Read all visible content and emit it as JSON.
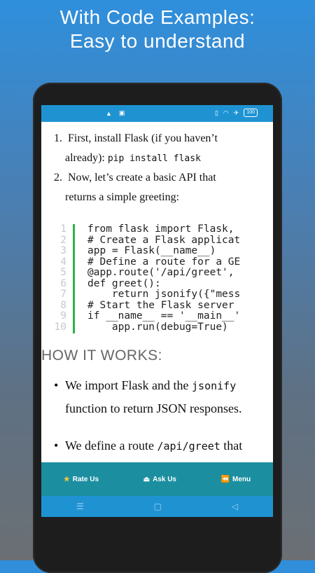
{
  "promo": {
    "line1": "With Code Examples:",
    "line2": "Easy to understand"
  },
  "statusbar": {
    "battery": "100"
  },
  "steps": [
    {
      "num": "1.",
      "text1": "First, install Flask (if you haven’t",
      "text2": "already): ",
      "code": "pip install flask"
    },
    {
      "num": "2.",
      "text1": "Now, let’s create a basic API that",
      "text2": "returns a simple greeting:"
    }
  ],
  "code": {
    "line_numbers": [
      "1",
      "2",
      "3",
      "4",
      "5",
      "6",
      "7",
      "8",
      "9",
      "10"
    ],
    "lines": [
      "from flask import Flask,",
      "# Create a Flask applicat",
      "app = Flask(__name__)",
      "# Define a route for a GE",
      "@app.route('/api/greet',",
      "def greet():",
      "    return jsonify({\"mess",
      "# Start the Flask server",
      "if __name__ == '__main__'",
      "    app.run(debug=True)"
    ]
  },
  "how": {
    "title": "HOW IT WORKS:",
    "bullets": [
      {
        "pre": "We import Flask and the ",
        "code": "jsonify",
        "post": "function to return JSON responses."
      },
      {
        "pre": "We define a route ",
        "code": "/api/greet",
        "post": " that"
      }
    ]
  },
  "bottom_nav": {
    "rate": "Rate Us",
    "ask": "Ask Us",
    "menu": "Menu"
  },
  "colors": {
    "statusbar": "#1f93d2",
    "bottom_nav": "#1b8fa0",
    "code_bar": "#2bb34a"
  },
  "icons": {
    "rate": "star-icon",
    "ask": "upload-icon",
    "menu": "rewind-icon"
  }
}
